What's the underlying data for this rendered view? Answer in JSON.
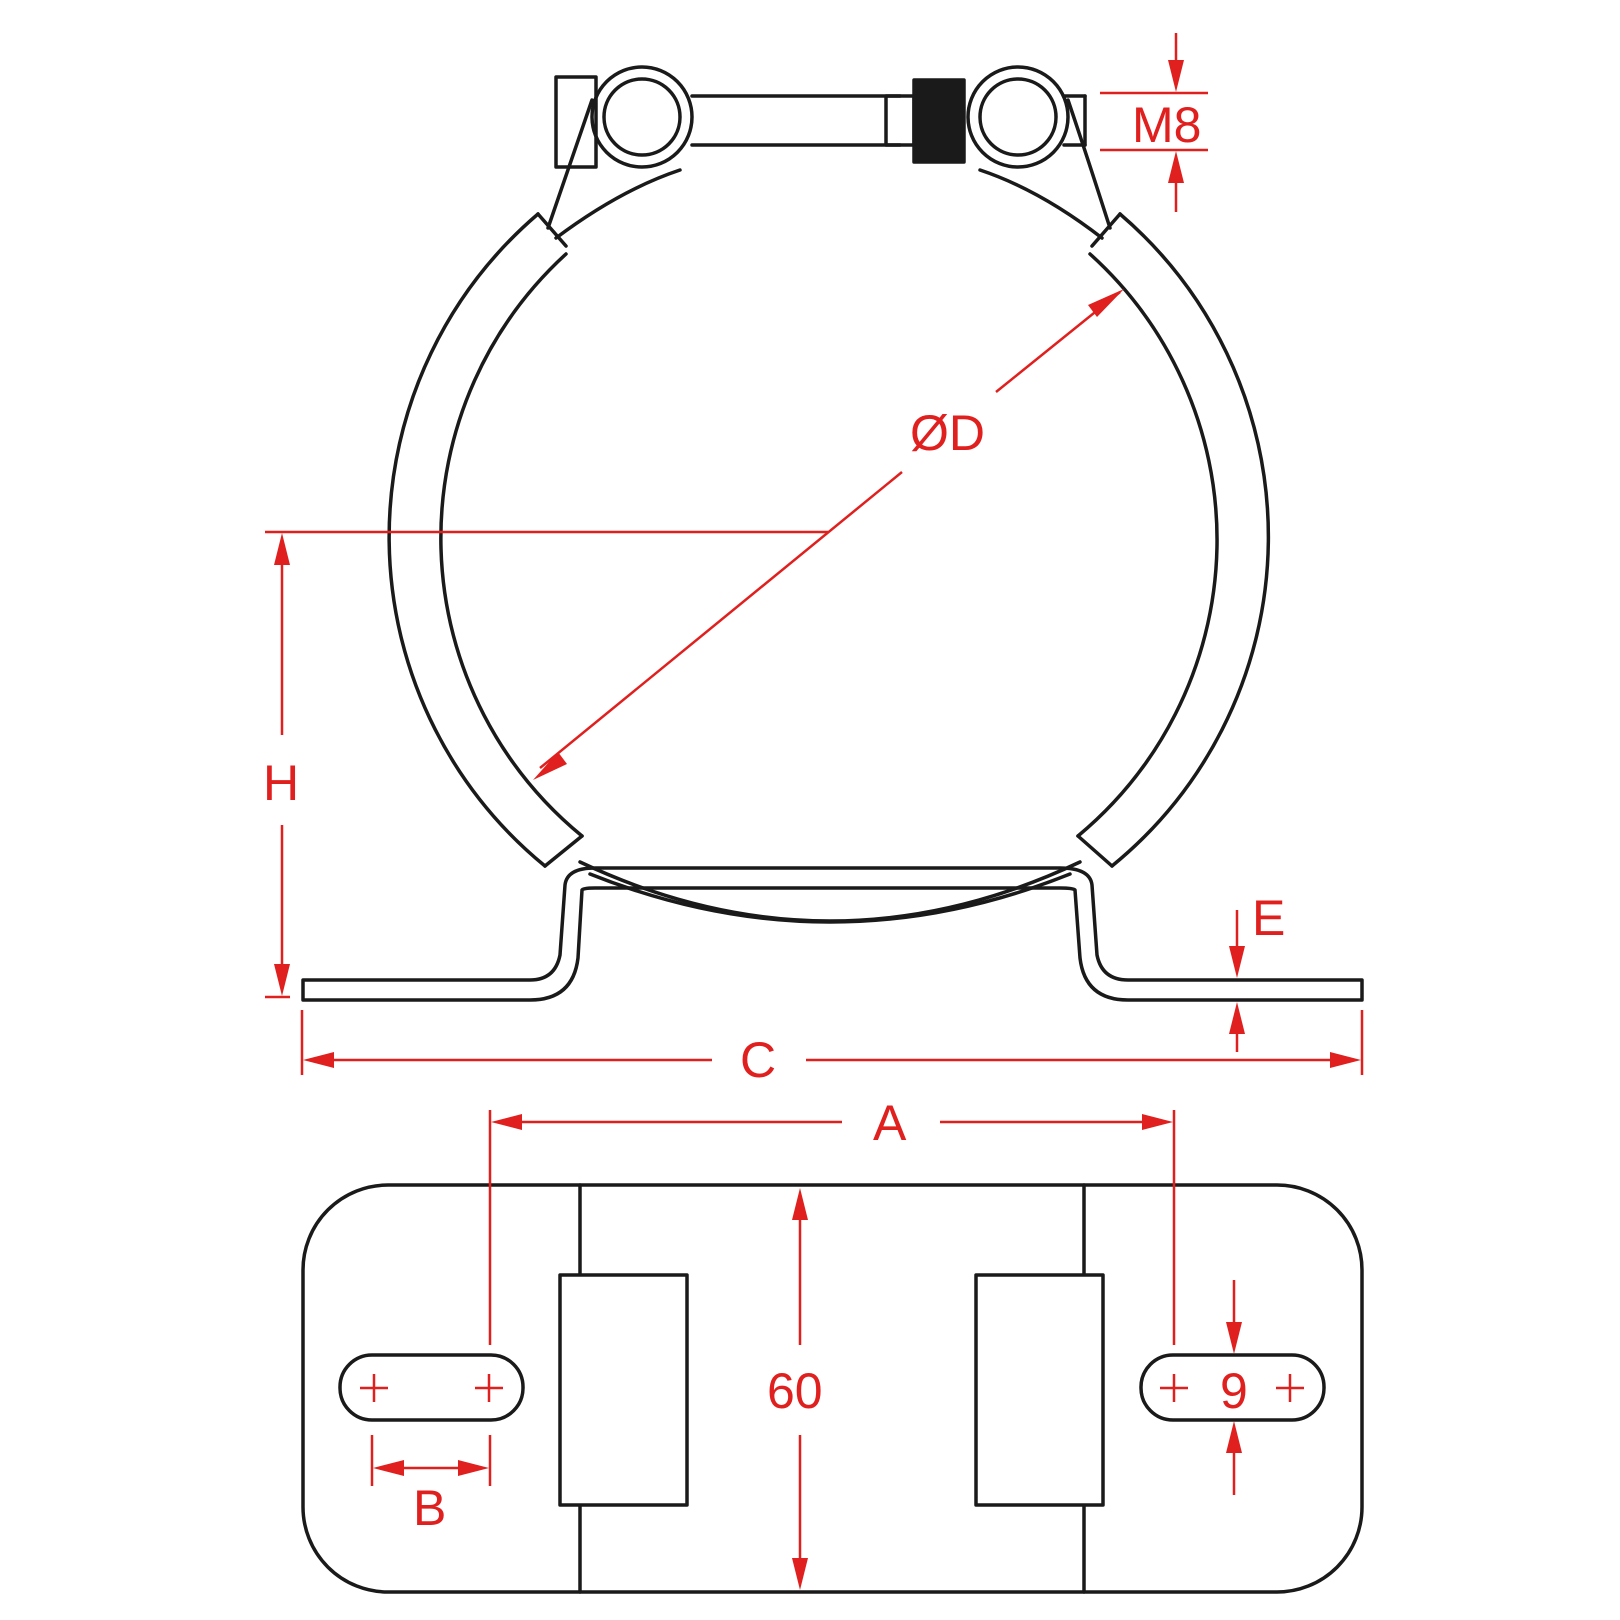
{
  "labels": {
    "thread": "M8",
    "diameter": "ØD",
    "height": "H",
    "thickness": "E",
    "overall_length": "C",
    "hole_spacing": "A",
    "slot_length": "B",
    "width": "60",
    "slot_width": "9"
  },
  "colors": {
    "outline": "#1a1a1a",
    "dimension": "#e0201e",
    "background": "#ffffff"
  }
}
